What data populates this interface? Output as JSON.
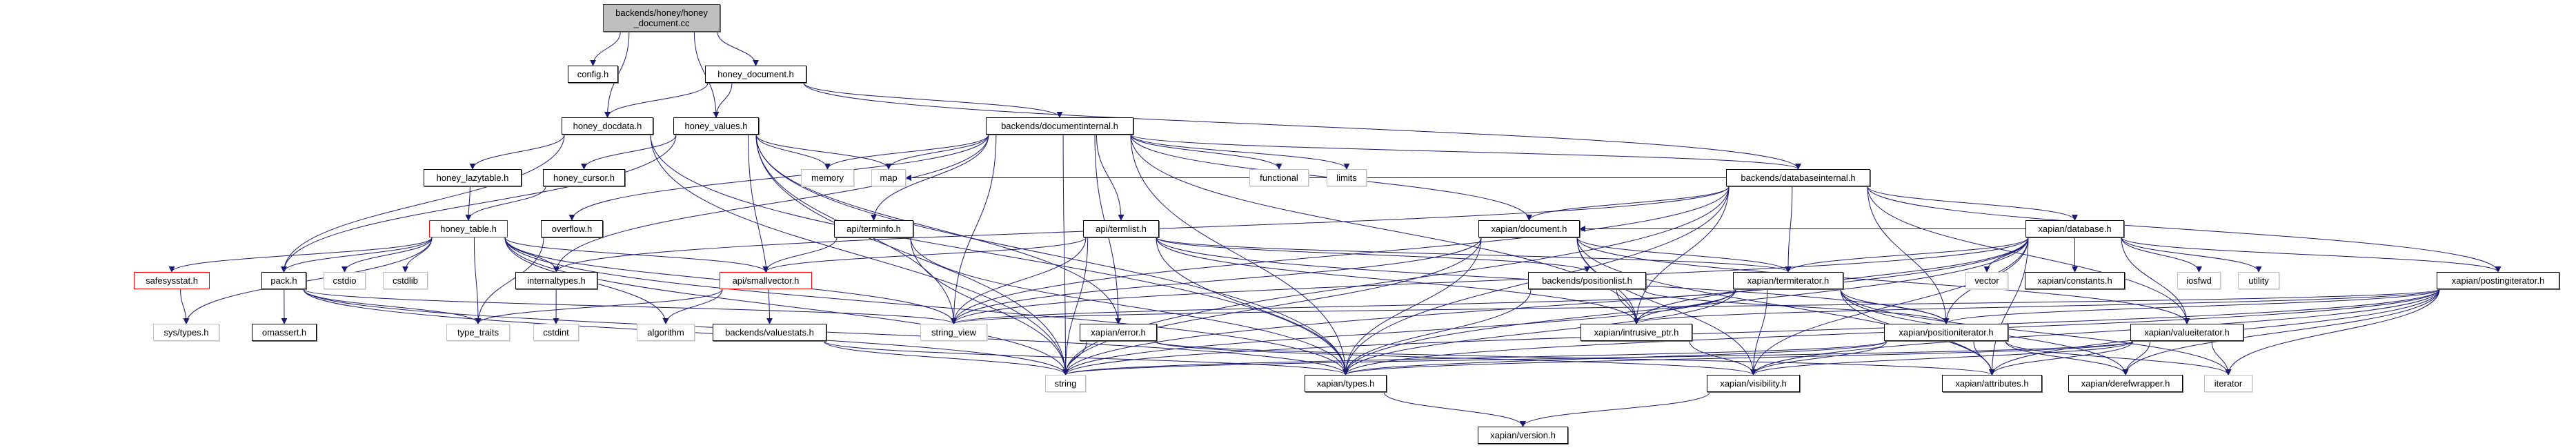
{
  "edge_color": "#191970",
  "nodes": {
    "root": {
      "label": "backends/honey/honey\n_document.cc",
      "style": "root"
    },
    "config": {
      "label": "config.h",
      "style": "normal"
    },
    "honey_document": {
      "label": "honey_document.h",
      "style": "normal"
    },
    "honey_docdata": {
      "label": "honey_docdata.h",
      "style": "normal"
    },
    "honey_values": {
      "label": "honey_values.h",
      "style": "normal"
    },
    "documentinternal": {
      "label": "backends/documentinternal.h",
      "style": "normal"
    },
    "honey_lazytable": {
      "label": "honey_lazytable.h",
      "style": "normal"
    },
    "honey_cursor": {
      "label": "honey_cursor.h",
      "style": "normal"
    },
    "memory": {
      "label": "memory",
      "style": "gray"
    },
    "map": {
      "label": "map",
      "style": "gray"
    },
    "functional": {
      "label": "functional",
      "style": "gray"
    },
    "limits": {
      "label": "limits",
      "style": "gray"
    },
    "databaseinternal": {
      "label": "backends/databaseinternal.h",
      "style": "normal"
    },
    "honey_table": {
      "label": "honey_table.h",
      "style": "red"
    },
    "overflow": {
      "label": "overflow.h",
      "style": "normal"
    },
    "terminfo": {
      "label": "api/terminfo.h",
      "style": "normal"
    },
    "termlist": {
      "label": "api/termlist.h",
      "style": "normal"
    },
    "xdocument": {
      "label": "xapian/document.h",
      "style": "normal"
    },
    "xdatabase": {
      "label": "xapian/database.h",
      "style": "normal"
    },
    "safesysstat": {
      "label": "safesysstat.h",
      "style": "red"
    },
    "pack": {
      "label": "pack.h",
      "style": "normal"
    },
    "cstdio": {
      "label": "cstdio",
      "style": "gray"
    },
    "cstdlib": {
      "label": "cstdlib",
      "style": "gray"
    },
    "internaltypes": {
      "label": "internaltypes.h",
      "style": "normal"
    },
    "smallvector": {
      "label": "api/smallvector.h",
      "style": "red"
    },
    "positionlist": {
      "label": "backends/positionlist.h",
      "style": "normal"
    },
    "termiterator": {
      "label": "xapian/termiterator.h",
      "style": "normal"
    },
    "vector": {
      "label": "vector",
      "style": "gray"
    },
    "constants": {
      "label": "xapian/constants.h",
      "style": "normal"
    },
    "iosfwd": {
      "label": "iosfwd",
      "style": "gray"
    },
    "utility": {
      "label": "utility",
      "style": "gray"
    },
    "postingiterator": {
      "label": "xapian/postingiterator.h",
      "style": "normal"
    },
    "systypes": {
      "label": "sys/types.h",
      "style": "gray"
    },
    "omassert": {
      "label": "omassert.h",
      "style": "normal"
    },
    "type_traits": {
      "label": "type_traits",
      "style": "gray"
    },
    "cstdint": {
      "label": "cstdint",
      "style": "gray"
    },
    "algorithm": {
      "label": "algorithm",
      "style": "gray"
    },
    "valuestats": {
      "label": "backends/valuestats.h",
      "style": "normal"
    },
    "string_view": {
      "label": "string_view",
      "style": "gray"
    },
    "xerror": {
      "label": "xapian/error.h",
      "style": "normal"
    },
    "intrusive_ptr": {
      "label": "xapian/intrusive_ptr.h",
      "style": "normal"
    },
    "positioniterator": {
      "label": "xapian/positioniterator.h",
      "style": "normal"
    },
    "valueiterator": {
      "label": "xapian/valueiterator.h",
      "style": "normal"
    },
    "string": {
      "label": "string",
      "style": "gray"
    },
    "xtypes": {
      "label": "xapian/types.h",
      "style": "normal"
    },
    "visibility": {
      "label": "xapian/visibility.h",
      "style": "normal"
    },
    "attributes": {
      "label": "xapian/attributes.h",
      "style": "normal"
    },
    "derefwrapper": {
      "label": "xapian/derefwrapper.h",
      "style": "normal"
    },
    "iterator": {
      "label": "iterator",
      "style": "gray"
    },
    "version": {
      "label": "xapian/version.h",
      "style": "normal"
    }
  },
  "edges": [
    [
      "root",
      "config"
    ],
    [
      "root",
      "honey_document"
    ],
    [
      "root",
      "honey_docdata"
    ],
    [
      "root",
      "honey_values"
    ],
    [
      "honey_document",
      "honey_docdata"
    ],
    [
      "honey_document",
      "honey_values"
    ],
    [
      "honey_document",
      "documentinternal"
    ],
    [
      "honey_document",
      "databaseinternal"
    ],
    [
      "honey_docdata",
      "honey_lazytable"
    ],
    [
      "honey_docdata",
      "pack"
    ],
    [
      "honey_docdata",
      "string"
    ],
    [
      "honey_docdata",
      "xtypes"
    ],
    [
      "honey_values",
      "honey_cursor"
    ],
    [
      "honey_values",
      "memory"
    ],
    [
      "honey_values",
      "map"
    ],
    [
      "honey_values",
      "pack"
    ],
    [
      "honey_values",
      "string"
    ],
    [
      "honey_values",
      "valuestats"
    ],
    [
      "honey_values",
      "xtypes"
    ],
    [
      "honey_values",
      "xerror"
    ],
    [
      "honey_values",
      "string_view"
    ],
    [
      "honey_lazytable",
      "honey_table"
    ],
    [
      "honey_cursor",
      "honey_table"
    ],
    [
      "honey_table",
      "safesysstat"
    ],
    [
      "honey_table",
      "pack"
    ],
    [
      "honey_table",
      "cstdio"
    ],
    [
      "honey_table",
      "cstdlib"
    ],
    [
      "honey_table",
      "type_traits"
    ],
    [
      "honey_table",
      "internaltypes"
    ],
    [
      "honey_table",
      "algorithm"
    ],
    [
      "honey_table",
      "systypes"
    ],
    [
      "honey_table",
      "string"
    ],
    [
      "honey_table",
      "string_view"
    ],
    [
      "honey_table",
      "xtypes"
    ],
    [
      "honey_table",
      "smallvector"
    ],
    [
      "overflow",
      "type_traits"
    ],
    [
      "safesysstat",
      "systypes"
    ],
    [
      "pack",
      "omassert"
    ],
    [
      "pack",
      "type_traits"
    ],
    [
      "pack",
      "string"
    ],
    [
      "pack",
      "string_view"
    ],
    [
      "pack",
      "xtypes"
    ],
    [
      "internaltypes",
      "cstdint"
    ],
    [
      "smallvector",
      "algorithm"
    ],
    [
      "smallvector",
      "type_traits"
    ],
    [
      "valuestats",
      "string"
    ],
    [
      "valuestats",
      "xtypes"
    ],
    [
      "documentinternal",
      "memory"
    ],
    [
      "documentinternal",
      "map"
    ],
    [
      "documentinternal",
      "functional"
    ],
    [
      "documentinternal",
      "limits"
    ],
    [
      "documentinternal",
      "string"
    ],
    [
      "documentinternal",
      "string_view"
    ],
    [
      "documentinternal",
      "terminfo"
    ],
    [
      "documentinternal",
      "termlist"
    ],
    [
      "documentinternal",
      "xdocument"
    ],
    [
      "documentinternal",
      "xtypes"
    ],
    [
      "documentinternal",
      "overflow"
    ],
    [
      "documentinternal",
      "internaltypes"
    ],
    [
      "documentinternal",
      "intrusive_ptr"
    ],
    [
      "documentinternal",
      "xerror"
    ],
    [
      "documentinternal",
      "databaseinternal"
    ],
    [
      "terminfo",
      "smallvector"
    ],
    [
      "terminfo",
      "string"
    ],
    [
      "terminfo",
      "xtypes"
    ],
    [
      "termlist",
      "smallvector"
    ],
    [
      "termlist",
      "string"
    ],
    [
      "termlist",
      "string_view"
    ],
    [
      "termlist",
      "xtypes"
    ],
    [
      "termlist",
      "termiterator"
    ],
    [
      "termlist",
      "positionlist"
    ],
    [
      "termlist",
      "intrusive_ptr"
    ],
    [
      "termlist",
      "positioniterator"
    ],
    [
      "xdocument",
      "string"
    ],
    [
      "xdocument",
      "string_view"
    ],
    [
      "xdocument",
      "xtypes"
    ],
    [
      "xdocument",
      "visibility"
    ],
    [
      "xdocument",
      "intrusive_ptr"
    ],
    [
      "xdocument",
      "termiterator"
    ],
    [
      "xdocument",
      "valueiterator"
    ],
    [
      "xdocument",
      "attributes"
    ],
    [
      "positionlist",
      "intrusive_ptr"
    ],
    [
      "positionlist",
      "xtypes"
    ],
    [
      "positionlist",
      "positioniterator"
    ],
    [
      "xerror",
      "string"
    ],
    [
      "xerror",
      "visibility"
    ],
    [
      "xerror",
      "attributes"
    ],
    [
      "intrusive_ptr",
      "visibility"
    ],
    [
      "xtypes",
      "version"
    ],
    [
      "visibility",
      "version"
    ],
    [
      "databaseinternal",
      "xdatabase"
    ],
    [
      "databaseinternal",
      "termiterator"
    ],
    [
      "databaseinternal",
      "postingiterator"
    ],
    [
      "databaseinternal",
      "positioniterator"
    ],
    [
      "databaseinternal",
      "valueiterator"
    ],
    [
      "databaseinternal",
      "xdocument"
    ],
    [
      "databaseinternal",
      "xtypes"
    ],
    [
      "databaseinternal",
      "string"
    ],
    [
      "databaseinternal",
      "string_view"
    ],
    [
      "databaseinternal",
      "map"
    ],
    [
      "databaseinternal",
      "internaltypes"
    ],
    [
      "databaseinternal",
      "intrusive_ptr"
    ],
    [
      "xdatabase",
      "vector"
    ],
    [
      "xdatabase",
      "constants"
    ],
    [
      "xdatabase",
      "iosfwd"
    ],
    [
      "xdatabase",
      "utility"
    ],
    [
      "xdatabase",
      "termiterator"
    ],
    [
      "xdatabase",
      "postingiterator"
    ],
    [
      "xdatabase",
      "positioniterator"
    ],
    [
      "xdatabase",
      "valueiterator"
    ],
    [
      "xdatabase",
      "string"
    ],
    [
      "xdatabase",
      "string_view"
    ],
    [
      "xdatabase",
      "xtypes"
    ],
    [
      "xdatabase",
      "visibility"
    ],
    [
      "xdatabase",
      "intrusive_ptr"
    ],
    [
      "xdatabase",
      "attributes"
    ],
    [
      "xdatabase",
      "xdocument"
    ],
    [
      "termiterator",
      "string"
    ],
    [
      "termiterator",
      "string_view"
    ],
    [
      "termiterator",
      "xtypes"
    ],
    [
      "termiterator",
      "visibility"
    ],
    [
      "termiterator",
      "attributes"
    ],
    [
      "termiterator",
      "derefwrapper"
    ],
    [
      "termiterator",
      "intrusive_ptr"
    ],
    [
      "termiterator",
      "positioniterator"
    ],
    [
      "termiterator",
      "iterator"
    ],
    [
      "positioniterator",
      "string"
    ],
    [
      "positioniterator",
      "xtypes"
    ],
    [
      "positioniterator",
      "visibility"
    ],
    [
      "positioniterator",
      "attributes"
    ],
    [
      "positioniterator",
      "derefwrapper"
    ],
    [
      "positioniterator",
      "iterator"
    ],
    [
      "valueiterator",
      "string"
    ],
    [
      "valueiterator",
      "xtypes"
    ],
    [
      "valueiterator",
      "visibility"
    ],
    [
      "valueiterator",
      "attributes"
    ],
    [
      "valueiterator",
      "derefwrapper"
    ],
    [
      "valueiterator",
      "iterator"
    ],
    [
      "postingiterator",
      "string"
    ],
    [
      "postingiterator",
      "xtypes"
    ],
    [
      "postingiterator",
      "visibility"
    ],
    [
      "postingiterator",
      "attributes"
    ],
    [
      "postingiterator",
      "derefwrapper"
    ],
    [
      "postingiterator",
      "iterator"
    ],
    [
      "postingiterator",
      "positioniterator"
    ],
    [
      "postingiterator",
      "intrusive_ptr"
    ],
    [
      "postingiterator",
      "string_view"
    ]
  ]
}
